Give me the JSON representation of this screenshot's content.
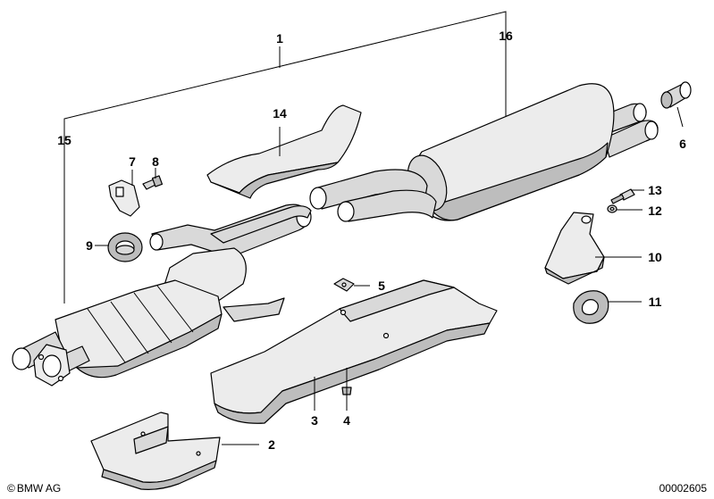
{
  "diagram": {
    "callouts": {
      "c1": "1",
      "c2": "2",
      "c3": "3",
      "c4": "4",
      "c5": "5",
      "c6": "6",
      "c7": "7",
      "c8": "8",
      "c9": "9",
      "c10": "10",
      "c11": "11",
      "c12": "12",
      "c13": "13",
      "c14": "14",
      "c15": "15",
      "c16": "16"
    },
    "copyright": "BMW AG",
    "copyright_symbol": "©",
    "diagram_number": "00002605"
  }
}
